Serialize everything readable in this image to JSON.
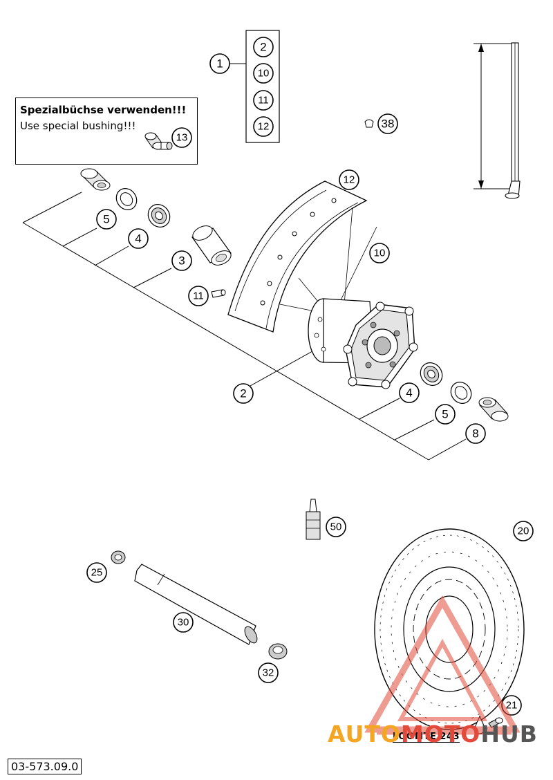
{
  "note": {
    "title": "Spezialbüchse verwenden!!!",
    "subtitle": "Use special bushing!!!"
  },
  "callouts": {
    "c1": "1",
    "c2_group": "2",
    "c10_group": "10",
    "c11_group": "11",
    "c12_group": "12",
    "c13": "13",
    "c38": "38",
    "c12": "12",
    "c5_left": "5",
    "c4_left": "4",
    "c3": "3",
    "c10": "10",
    "c11": "11",
    "c2": "2",
    "c4_right": "4",
    "c5_right": "5",
    "c8": "8",
    "c50": "50",
    "c20": "20",
    "c25": "25",
    "c30": "30",
    "c32": "32",
    "c21": "21"
  },
  "labels": {
    "loctite": "LOCTITE 243",
    "part_code": "03-573.09.0"
  },
  "watermark": {
    "part1": "AUTO",
    "part2": "MOTO",
    "part3": "HUB",
    "colors": {
      "orange": "#f2a623",
      "red": "#e14a3a",
      "gray": "#555555"
    }
  },
  "icons": [
    "warning-triangle-logo",
    "loctite-drop-icon"
  ]
}
